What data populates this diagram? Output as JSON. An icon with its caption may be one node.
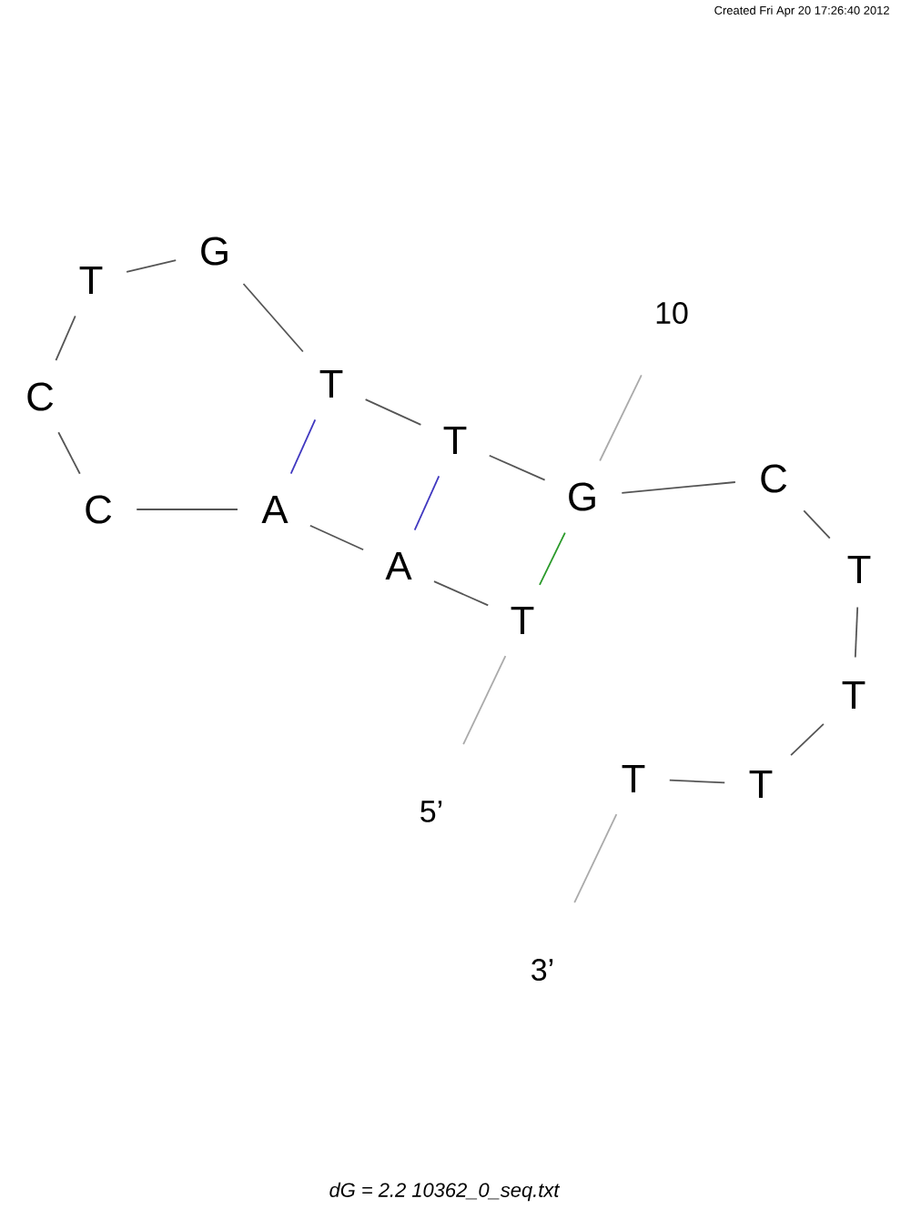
{
  "diagram": {
    "caption": "dG = 2.2 10362_0_seq.txt",
    "nodes": [
      {
        "text": [
          "T"
        ]
      },
      {
        "text": [
          "A"
        ]
      },
      {
        "text": [
          "A"
        ]
      },
      {
        "text": [
          "C"
        ]
      },
      {
        "text": [
          "C"
        ]
      },
      {
        "text": [
          "T"
        ]
      },
      {
        "text": [
          "G"
        ]
      },
      {
        "text": [
          "T"
        ]
      },
      {
        "text": [
          "T"
        ]
      },
      {
        "text": [
          "G"
        ]
      },
      {
        "text": [
          "C"
        ]
      },
      {
        "text": [
          "T"
        ]
      },
      {
        "text": [
          "T"
        ]
      },
      {
        "text": [
          "T"
        ]
      },
      {
        "text": [
          "T"
        ]
      },
      {
        "text": [
          "5’"
        ]
      },
      {
        "text": [
          "10"
        ]
      },
      {
        "text": [
          "3’"
        ]
      }
    ],
    "edges": [
      {
        "from": 0,
        "to": 1,
        "arrow": "none"
      },
      {
        "from": 1,
        "to": 2,
        "arrow": "none"
      },
      {
        "from": 2,
        "to": 3,
        "arrow": "none"
      },
      {
        "from": 3,
        "to": 4,
        "arrow": "none"
      },
      {
        "from": 4,
        "to": 5,
        "arrow": "none"
      },
      {
        "from": 5,
        "to": 6,
        "arrow": "none"
      },
      {
        "from": 6,
        "to": 7,
        "arrow": "none"
      },
      {
        "from": 7,
        "to": 8,
        "arrow": "none"
      },
      {
        "from": 8,
        "to": 9,
        "arrow": "none"
      },
      {
        "from": 9,
        "to": 10,
        "arrow": "none"
      },
      {
        "from": 10,
        "to": 11,
        "arrow": "none"
      },
      {
        "from": 11,
        "to": 12,
        "arrow": "none"
      },
      {
        "from": 12,
        "to": 13,
        "arrow": "none"
      },
      {
        "from": 13,
        "to": 14,
        "arrow": "none"
      },
      {
        "from": 7,
        "to": 2,
        "arrow": "none",
        "color": "#4038c0"
      },
      {
        "from": 8,
        "to": 1,
        "arrow": "none",
        "color": "#4038c0"
      },
      {
        "from": 9,
        "to": 0,
        "arrow": "none",
        "color": "#2a9a2a"
      },
      {
        "from": 15,
        "to": 0,
        "arrow": "none",
        "color": "#aaaaaa"
      },
      {
        "from": 16,
        "to": 9,
        "arrow": "none",
        "color": "#aaaaaa"
      },
      {
        "from": 17,
        "to": 14,
        "arrow": "none",
        "color": "#aaaaaa"
      }
    ],
    "labels": [
      "Created Fri Apr 20 17:26:40 2012"
    ]
  }
}
